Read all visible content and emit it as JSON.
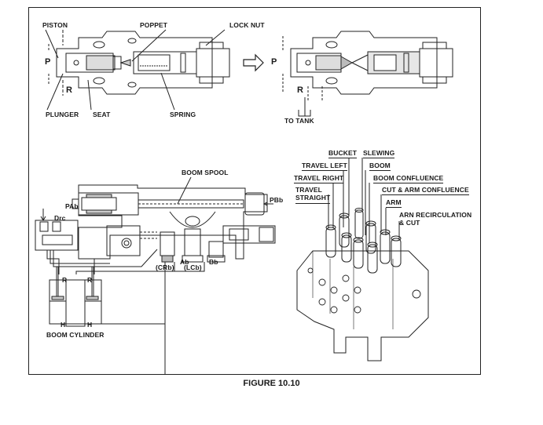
{
  "figure": {
    "caption": "FIGURE 10.10"
  },
  "relief_valve": {
    "labels": {
      "piston": "PISTON",
      "poppet": "POPPET",
      "lock_nut": "LOCK NUT",
      "p": "P",
      "r": "R",
      "plunger": "PLUNGER",
      "seat": "SEAT",
      "spring": "SPRING"
    },
    "open_state": {
      "p": "P",
      "r": "R",
      "to_tank": "TO TANK"
    }
  },
  "boom_circuit": {
    "labels": {
      "boom_spool": "BOOM SPOOL",
      "pab": "PAb",
      "pbb": "PBb",
      "drc": "Drc",
      "crb": "(CRb)",
      "ab": "Ab",
      "lcb": "(LCb)",
      "bb": "Bb",
      "r_left": "R",
      "r_right": "R",
      "h_left": "H",
      "h_right": "H",
      "boom_cylinder": "BOOM CYLINDER"
    }
  },
  "control_valve": {
    "labels": {
      "bucket": "BUCKET",
      "slewing": "SLEWING",
      "travel_left": "TRAVEL LEFT",
      "boom": "BOOM",
      "travel_right": "TRAVEL RIGHT",
      "boom_confluence": "BOOM CONFLUENCE",
      "travel_straight": "TRAVEL\nSTRAIGHT",
      "cut_arm_confluence": "CUT & ARM CONFLUENCE",
      "arm": "ARM",
      "arm_recirculation": "ARN RECIRCULATION\n& CUT"
    }
  }
}
